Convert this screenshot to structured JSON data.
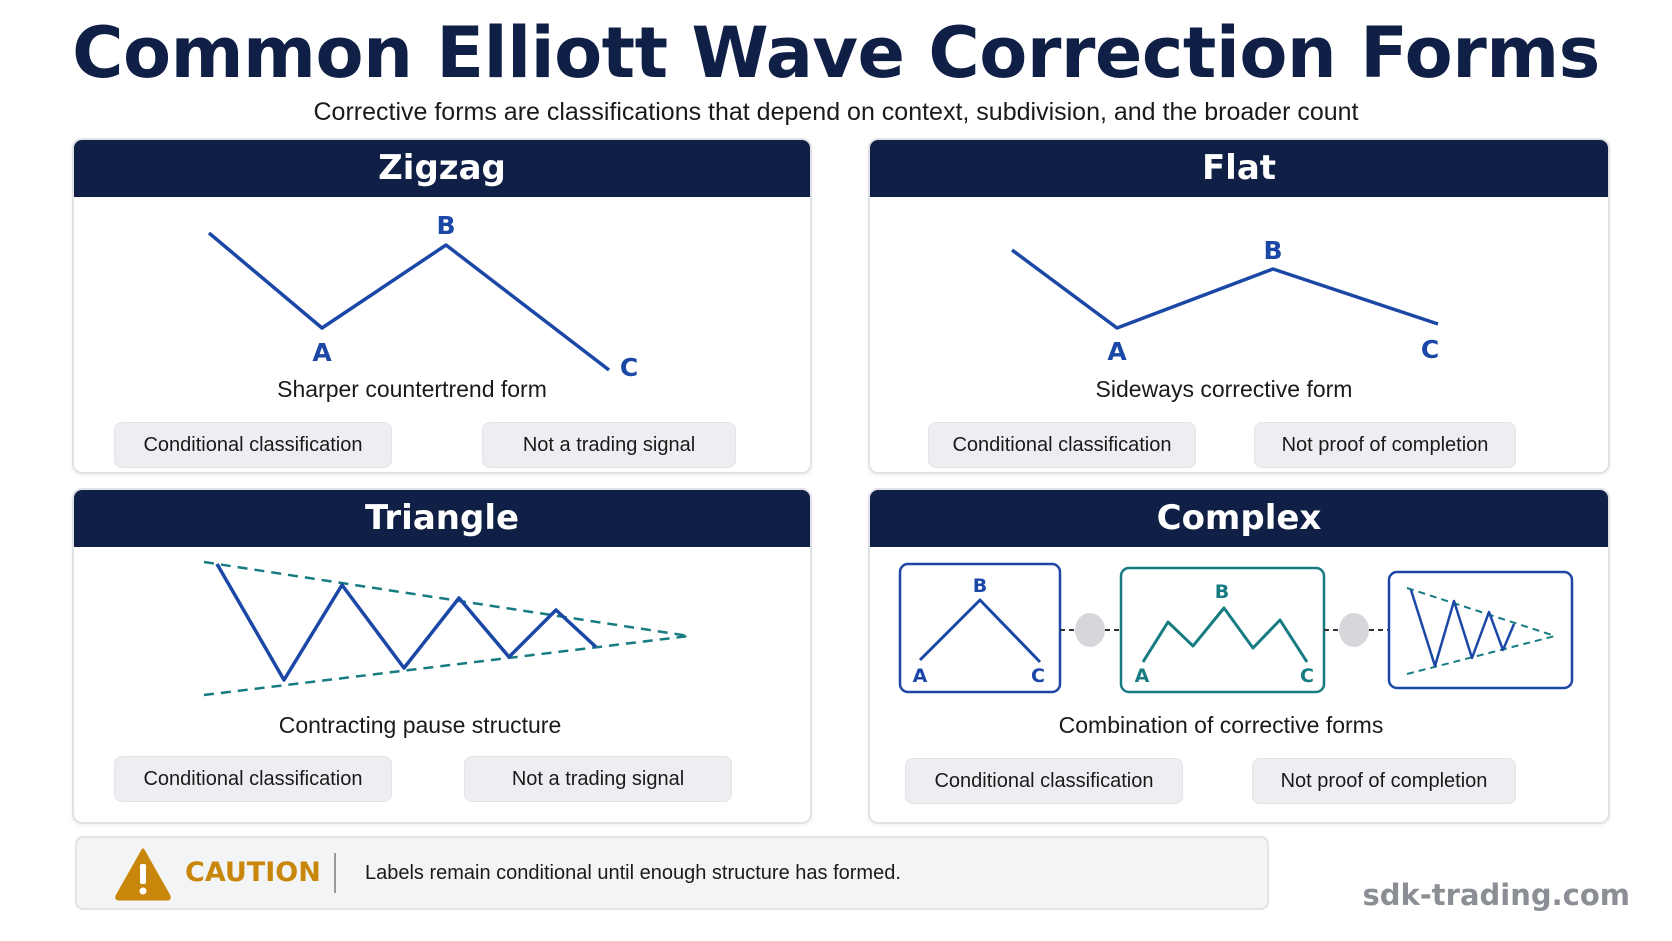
{
  "header": {
    "title": "Common Elliott Wave Correction Forms",
    "subtitle": "Corrective forms are classifications that depend on context, subdivision, and the broader count"
  },
  "colors": {
    "navy": "#0f1f45",
    "wave_blue": "#1b47a6",
    "teal": "#177c82",
    "caution": "#c8860a"
  },
  "panels": [
    {
      "title": "Zigzag",
      "caption": "Sharper countertrend form",
      "labels": {
        "a": "A",
        "b": "B",
        "c": "C"
      },
      "pills": [
        "Conditional classification",
        "Not a trading signal"
      ]
    },
    {
      "title": "Flat",
      "caption": "Sideways corrective form",
      "labels": {
        "a": "A",
        "b": "B",
        "c": "C"
      },
      "pills": [
        "Conditional classification",
        "Not proof of completion"
      ]
    },
    {
      "title": "Triangle",
      "caption": "Contracting pause structure",
      "pills": [
        "Conditional classification",
        "Not a trading signal"
      ]
    },
    {
      "title": "Complex",
      "caption": "Combination of corrective forms",
      "boxes": [
        {
          "labels": {
            "a": "A",
            "b": "B",
            "c": "C"
          }
        },
        {
          "labels": {
            "a": "A",
            "b": "B",
            "c": "C"
          }
        }
      ],
      "pills": [
        "Conditional classification",
        "Not proof of completion"
      ]
    }
  ],
  "caution": {
    "icon": "warning-triangle-icon",
    "label": "CAUTION",
    "text": "Labels remain conditional until enough structure has formed."
  },
  "footer": {
    "site": "sdk-trading.com"
  }
}
